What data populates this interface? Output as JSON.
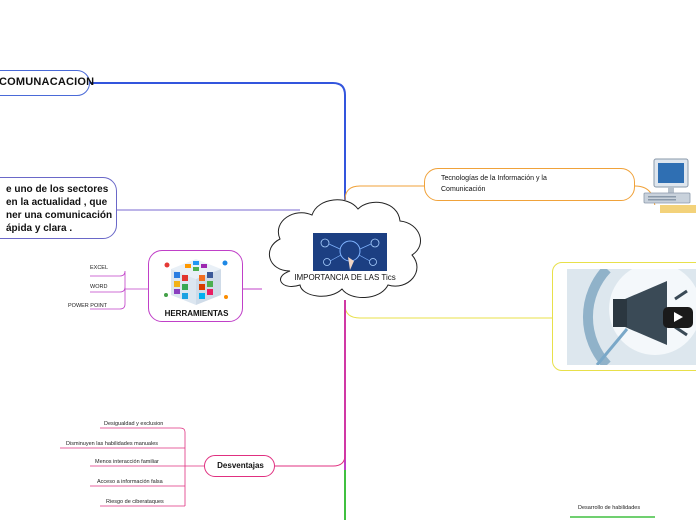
{
  "central": {
    "title": "IMPORTANCIA DE LAS  Tics"
  },
  "nodes": {
    "comunicacion": "COMUNACACION",
    "definicion_lines": [
      "e uno de los sectores",
      "en la actualidad , que",
      "ner una comunicación",
      "ápida y clara ."
    ],
    "herramientas": {
      "label": "HERRAMIENTAS",
      "items": [
        "EXCEL",
        "WORD",
        "POWER POINT"
      ]
    },
    "tecnologias": {
      "lines": [
        "Tecnologías de la Información y la",
        "Comunicación"
      ]
    },
    "desventajas": {
      "label": "Desventajas",
      "items": [
        "Desigualdad y exclusion",
        "Disminuyen las habilidades manuales",
        "Menos interacción  familiar",
        "Acceso a información falsa",
        "Riesgo de ciberataques"
      ]
    },
    "desarrollo": "Desarrollo de habilidades"
  },
  "colors": {
    "blue_branch": "#3355dd",
    "purple_branch": "#7a6ad0",
    "magenta_branch": "#c040c8",
    "orange_branch": "#f0a23a",
    "yellow_branch": "#e8e04a",
    "pink_branch": "#e03080",
    "green_branch": "#40c040"
  }
}
